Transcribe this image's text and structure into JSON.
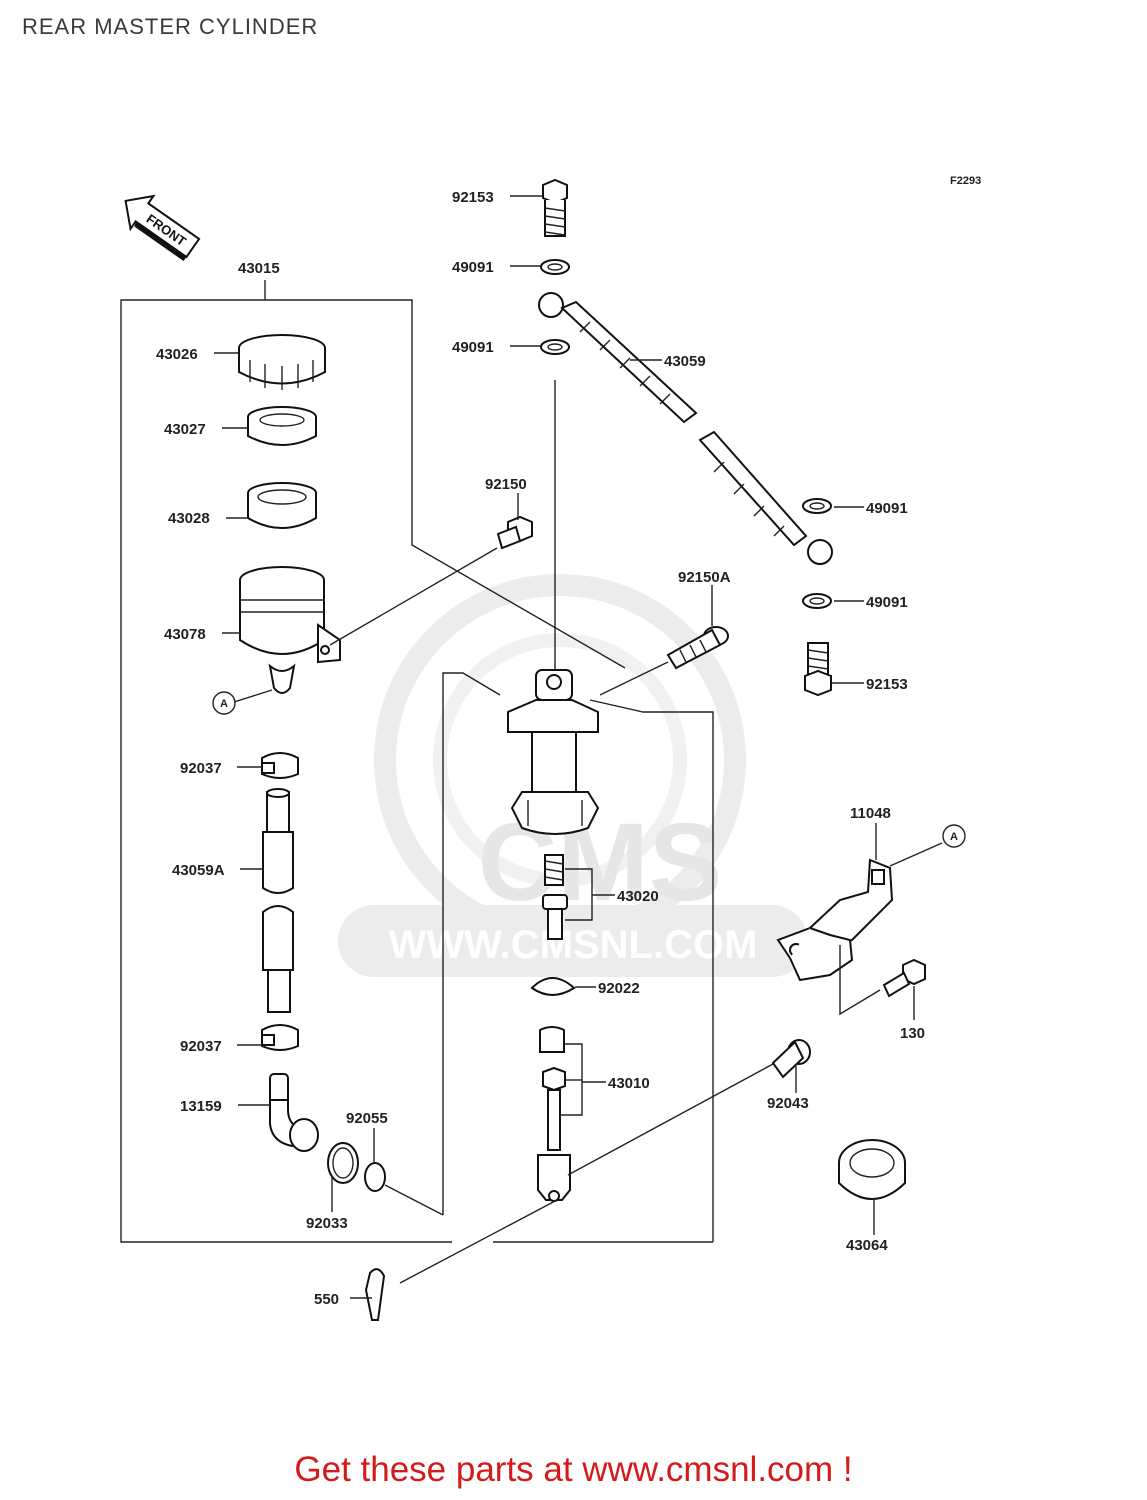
{
  "page": {
    "title": "REAR MASTER CYLINDER",
    "footer_cta": "Get these parts at www.cmsnl.com !"
  },
  "diagram": {
    "figure_code": "F2293",
    "front_label": "FRONT",
    "watermark": {
      "logo": "CMS",
      "url": "WWW.CMSNL.COM"
    },
    "ref_marks": [
      "A",
      "A"
    ],
    "callouts": [
      "92153",
      "49091",
      "49091",
      "43059",
      "49091",
      "49091",
      "92153",
      "43015",
      "43026",
      "43027",
      "43028",
      "43078",
      "92150",
      "92150A",
      "92037",
      "43059A",
      "92037",
      "13159",
      "92055",
      "92033",
      "43020",
      "92022",
      "43010",
      "11048",
      "130",
      "92043",
      "43064",
      "550"
    ]
  }
}
